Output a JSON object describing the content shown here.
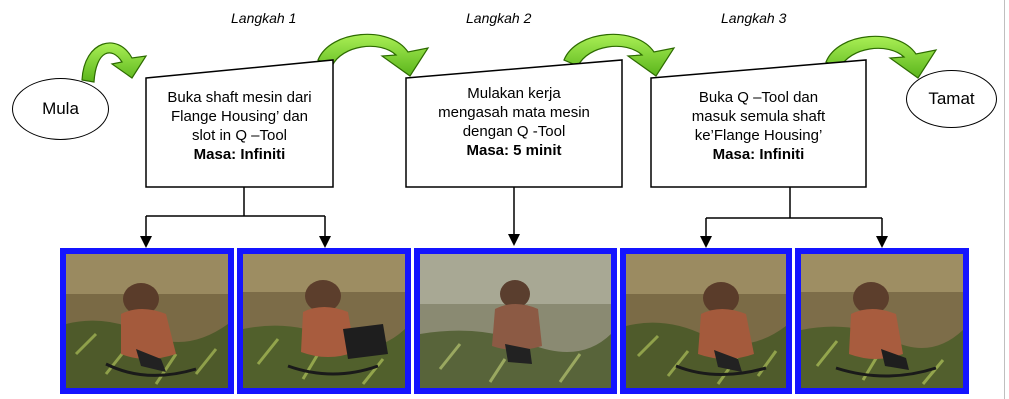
{
  "steps": [
    {
      "label": "Langkah 1",
      "lines": [
        "Buka shaft mesin dari",
        "Flange Housing’ dan",
        "slot in Q –Tool"
      ],
      "time": "Masa: Infiniti"
    },
    {
      "label": "Langkah 2",
      "lines": [
        "Mulakan kerja",
        "mengasah mata mesin",
        "dengan Q -Tool"
      ],
      "time": "Masa: 5 minit"
    },
    {
      "label": "Langkah 3",
      "lines": [
        "Buka Q –Tool dan",
        "masuk semula shaft",
        "ke’Flange Housing’"
      ],
      "time": "Masa: Infiniti"
    }
  ],
  "start_label": "Mula",
  "end_label": "Tamat",
  "colors": {
    "arrow_green": "#7bd12a",
    "photo_border": "#1414ff",
    "arrow_line": "#000000"
  },
  "photos": [
    {
      "name": "step1-photo-a"
    },
    {
      "name": "step1-photo-b"
    },
    {
      "name": "step2-photo"
    },
    {
      "name": "step3-photo-a"
    },
    {
      "name": "step3-photo-b"
    }
  ]
}
